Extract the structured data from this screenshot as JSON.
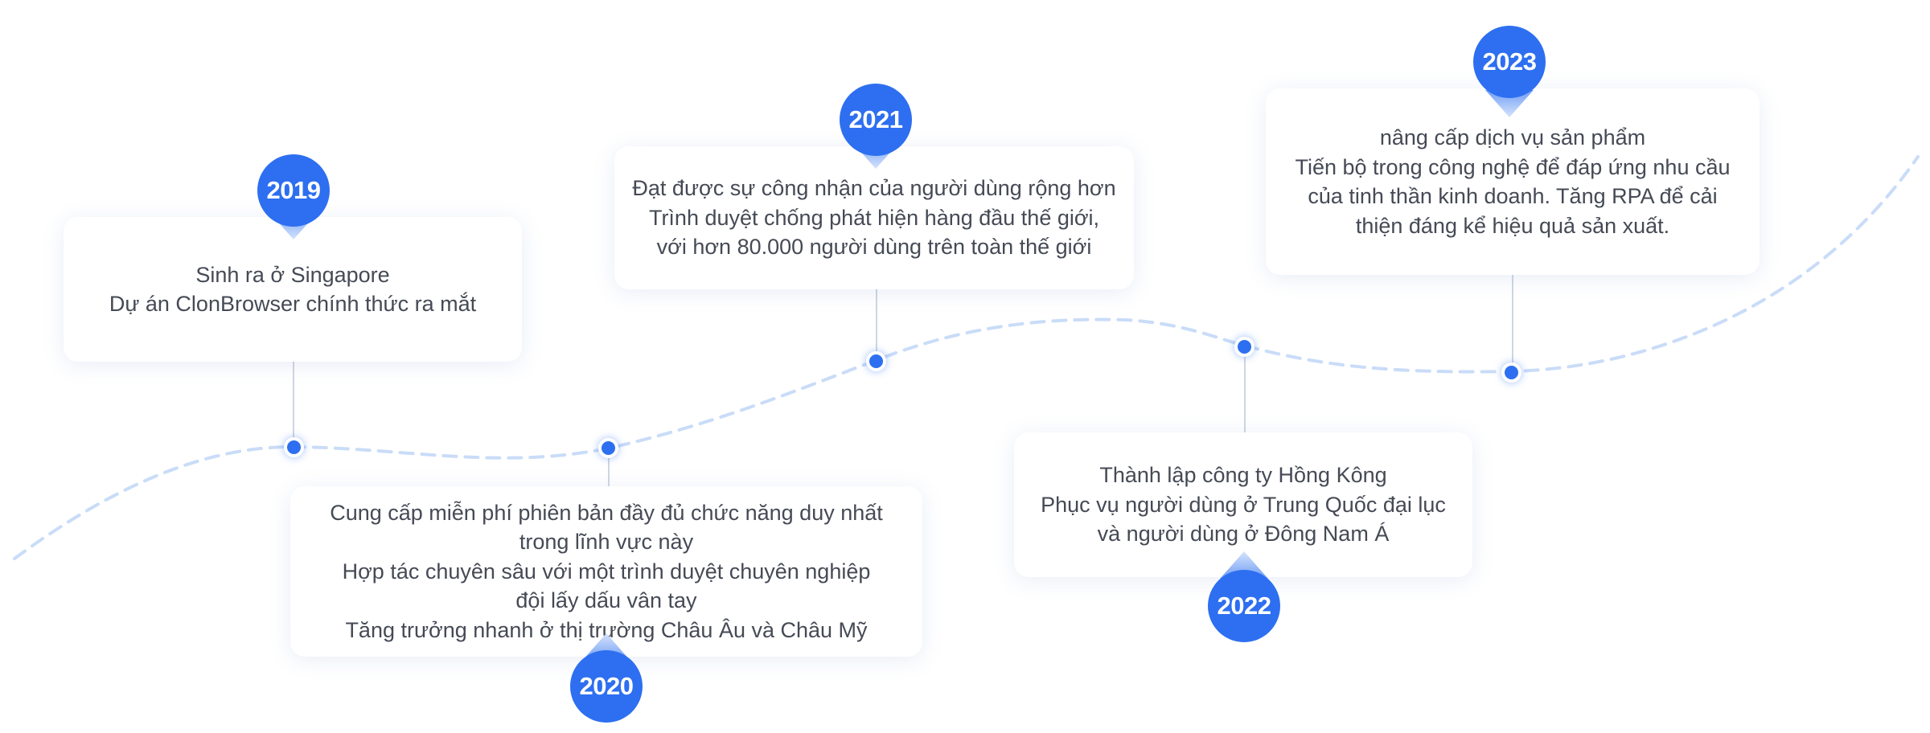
{
  "theme": {
    "accent": "#2d6ff0",
    "curve": "#c9dcf8",
    "text": "#454a55",
    "stem": "#cfd6e2"
  },
  "milestones": [
    {
      "year": "2019",
      "lines": [
        "Sinh ra ở Singapore",
        "Dự án ClonBrowser chính thức ra mắt"
      ]
    },
    {
      "year": "2020",
      "lines": [
        "Cung cấp miễn phí phiên bản đầy đủ chức năng duy nhất",
        "trong lĩnh vực này",
        "Hợp tác chuyên sâu với một trình duyệt chuyên nghiệp",
        "đội lấy dấu vân tay",
        "Tăng trưởng nhanh ở thị trường Châu Âu và Châu Mỹ"
      ]
    },
    {
      "year": "2021",
      "lines": [
        "Đạt được sự công nhận của người dùng rộng hơn",
        "Trình duyệt chống phát hiện hàng đầu thế giới,",
        "với hơn 80.000 người dùng trên toàn thế giới"
      ]
    },
    {
      "year": "2022",
      "lines": [
        "Thành lập công ty Hồng Kông",
        "Phục vụ người dùng ở Trung Quốc đại lục",
        "và người dùng ở Đông Nam Á"
      ]
    },
    {
      "year": "2023",
      "lines": [
        "nâng cấp dịch vụ sản phẩm",
        "Tiến bộ trong công nghệ để đáp ứng nhu cầu",
        "của tinh thần kinh doanh. Tăng RPA để cải",
        "thiện đáng kể hiệu quả sản xuất."
      ]
    }
  ]
}
